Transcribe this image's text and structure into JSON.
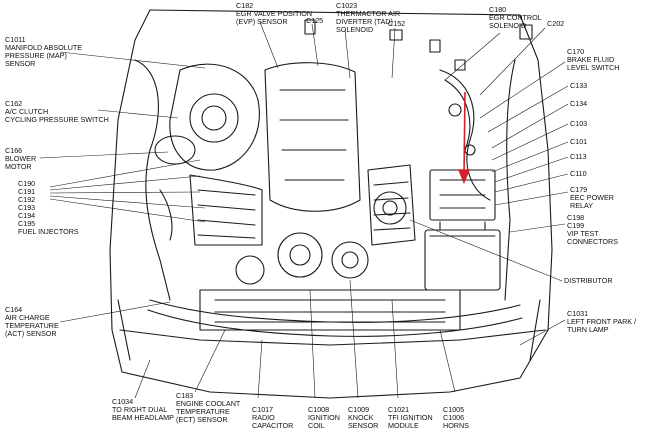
{
  "colors": {
    "ink": "#1a1a1a",
    "arrow": "#d4202a"
  },
  "labels": {
    "c1011": "C1011\nMANIFOLD ABSOLUTE\nPRESSURE (MAP)\nSENSOR",
    "c162": "C162\nA/C CLUTCH\nCYCLING PRESSURE SWITCH",
    "c166": "C166\nBLOWER\nMOTOR",
    "injectors": "C190\nC191\nC192\nC193\nC194\nC195\nFUEL INJECTORS",
    "c164": "C164\nAIR CHARGE\nTEMPERATURE\n(ACT) SENSOR",
    "c1034": "C1034\nTO RIGHT DUAL\nBEAM HEADLAMP",
    "c183": "C183\nENGINE COOLANT\nTEMPERATURE\n(ECT) SENSOR",
    "c1017": "C1017\nRADIO\nCAPACITOR",
    "c1008": "C1008\nIGNITION\nCOIL",
    "c1009": "C1009\nKNOCK\nSENSOR",
    "c1021": "C1021\nTFI IGNITION\nMODULE",
    "c1005": "C1005\nC1006\nHORNS",
    "c182": "C182\nEGR VALVE POSITION\n(EVP) SENSOR",
    "c125": "C125",
    "c1023": "C1023\nTHERMACTOR AIR\nDIVERTER (TAD)\nSOLENOID",
    "c152": "C152",
    "c180": "C180\nEGR CONTROL\nSOLENOID",
    "c202": "C202",
    "c170": "C170\nBRAKE FLUID\nLEVEL SWITCH",
    "c133": "C133",
    "c134": "C134",
    "c103": "C103",
    "c101": "C101",
    "c113": "C113",
    "c110": "C110",
    "c179": "C179\nEEC POWER\nRELAY",
    "c198": "C198\nC199\nVIP TEST\nCONNECTORS",
    "distributor": "DISTRIBUTOR",
    "c1031": "C1031\nLEFT FRONT PARK /\nTURN LAMP"
  }
}
